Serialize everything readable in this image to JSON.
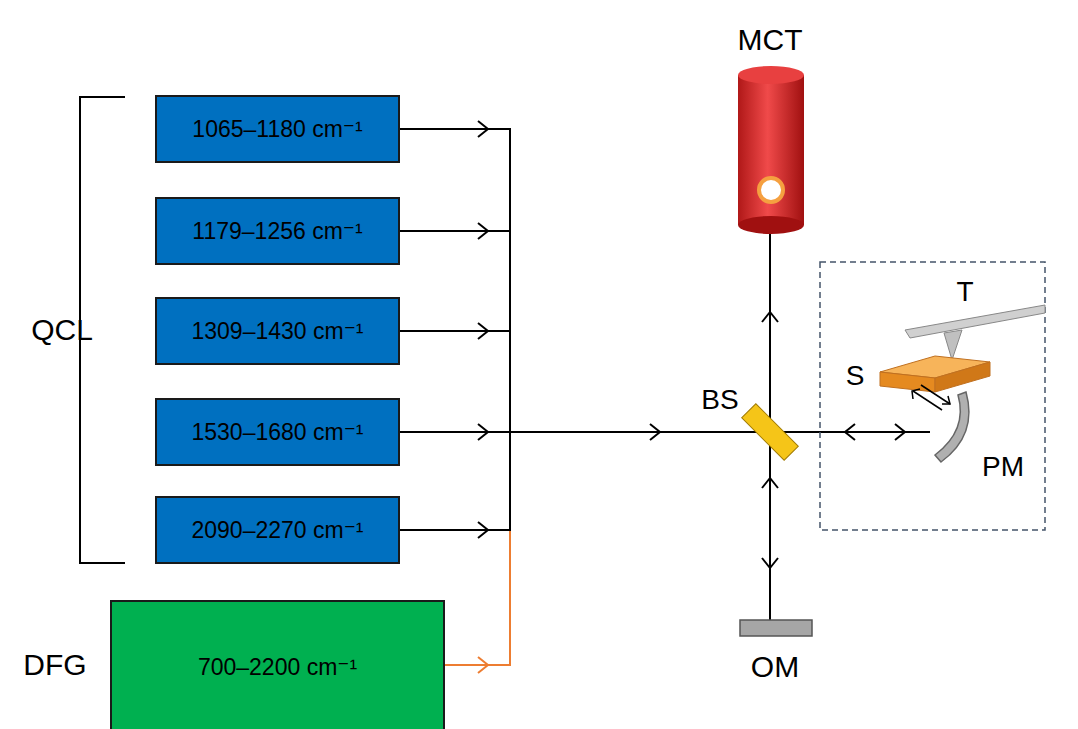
{
  "diagram": {
    "nodes": [
      {
        "text": [
          "1065–1180 cm⁻¹"
        ]
      },
      {
        "text": [
          "1179–1256 cm⁻¹"
        ]
      },
      {
        "text": [
          "1309–1430 cm⁻¹"
        ]
      },
      {
        "text": [
          "1530–1680 cm⁻¹"
        ]
      },
      {
        "text": [
          "2090–2270 cm⁻¹"
        ]
      },
      {
        "text": [
          "700–2200 cm⁻¹"
        ]
      }
    ],
    "labels": [
      "QCL",
      "DFG",
      "MCT",
      "BS",
      "OM",
      "PM",
      "S",
      "T"
    ]
  }
}
